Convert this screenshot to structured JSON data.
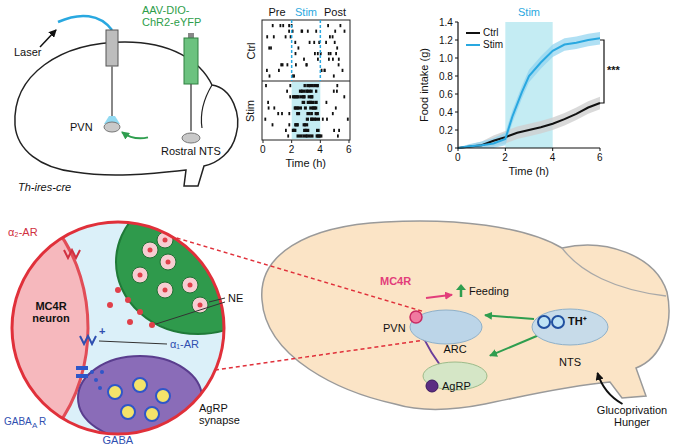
{
  "diagram": {
    "nodes": [
      {
        "text": [
          "PVN"
        ]
      },
      {
        "text": [
          "Rostral NTS"
        ]
      },
      {
        "text": [
          "MC4R neuron"
        ]
      },
      {
        "text": [
          "AgRP synapse"
        ]
      },
      {
        "text": [
          "PVN"
        ]
      },
      {
        "text": [
          "MC4R"
        ],
        "in": 4
      },
      {
        "text": [
          "Feeding"
        ]
      },
      {
        "text": [
          "ARC"
        ]
      },
      {
        "text": [
          "AgRP"
        ],
        "in": 7
      },
      {
        "text": [
          "NTS"
        ]
      },
      {
        "text": [
          "TH⁺"
        ],
        "in": 9
      },
      {
        "text": [
          "Glucoprivation Hunger"
        ]
      }
    ],
    "edges": [
      {
        "from": 1,
        "to": 0,
        "arrow": "to"
      },
      {
        "from": 10,
        "to": 4,
        "arrow": "to"
      },
      {
        "from": 10,
        "to": 7,
        "arrow": "to"
      },
      {
        "from": 8,
        "to": 5,
        "arrow": "to"
      },
      {
        "from": 5,
        "to": 6,
        "arrow": "to"
      },
      {
        "from": 11,
        "to": 9,
        "arrow": "to"
      }
    ],
    "labels": [
      "Laser",
      "AAV-DIO- ChR2-eYFP",
      "Th-ires-cre",
      "Pre",
      "Stim",
      "Post",
      "Ctrl",
      "Stim",
      "0",
      "2",
      "4",
      "6",
      "Time (h)",
      "Stim",
      "0",
      "0.2",
      "0.4",
      "0.6",
      "0.8",
      "1.0",
      "1.2",
      "1.4",
      "Food intake (g)",
      "0",
      "2",
      "4",
      "6",
      "Time (h)",
      "***",
      "α₂-AR",
      "NE",
      "α₁-AR",
      "+",
      "GABA",
      "A",
      "R",
      "GABA"
    ],
    "legend": [
      {
        "text": "Ctrl"
      },
      {
        "text": "Stim"
      }
    ]
  }
}
